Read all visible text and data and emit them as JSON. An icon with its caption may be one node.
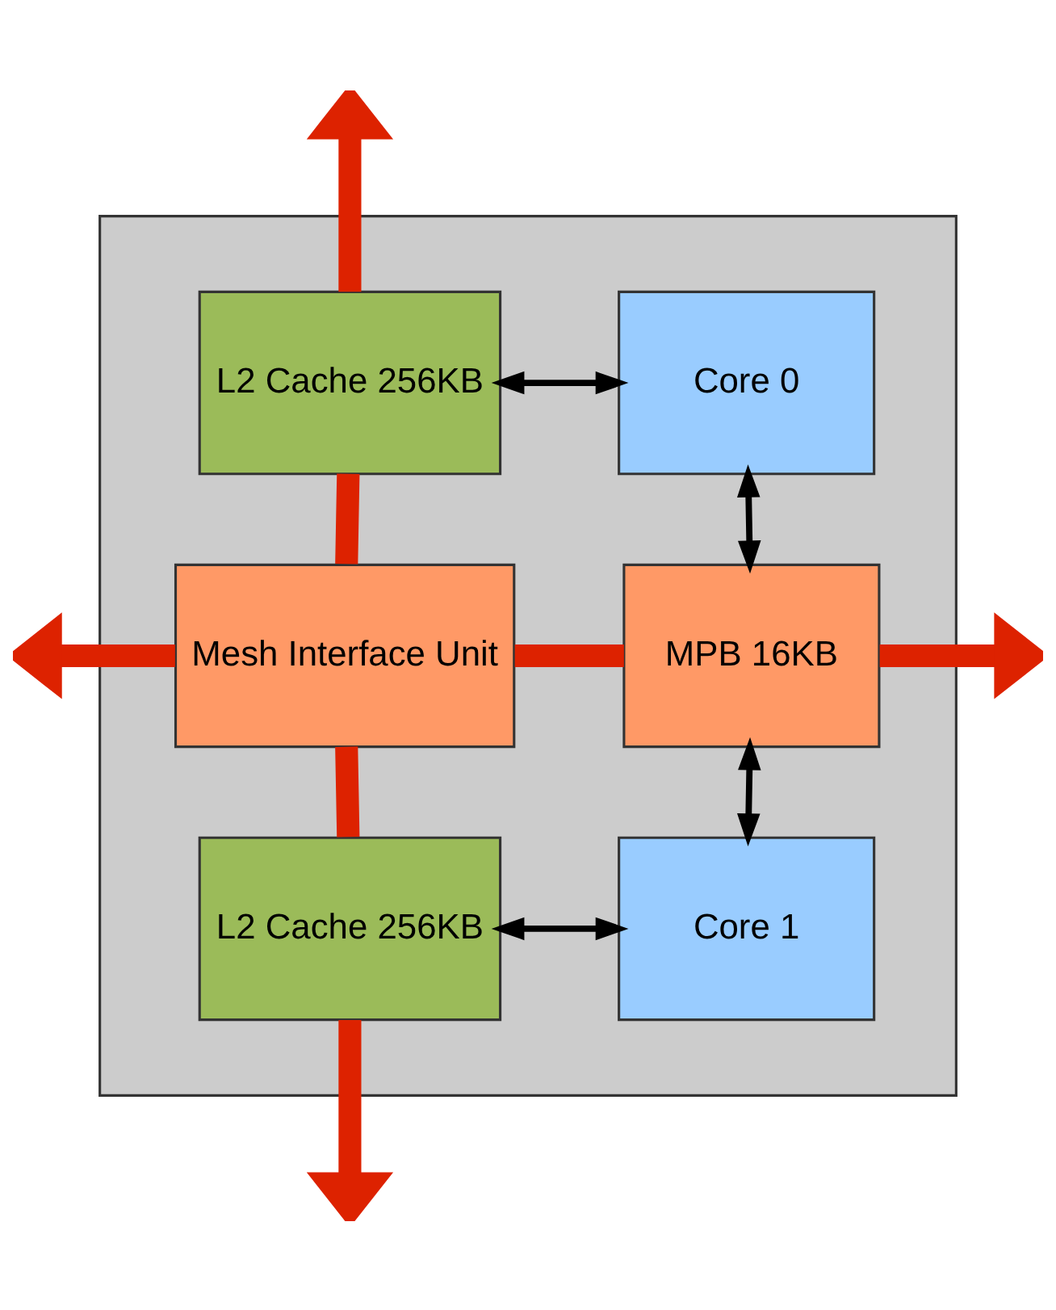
{
  "diagram": {
    "nodes": [
      {
        "text": [],
        "shape": "box"
      },
      {
        "text": [
          "L2 Cache 256KB"
        ],
        "in": 0
      },
      {
        "text": [
          "Core 0"
        ],
        "in": 0
      },
      {
        "text": [
          "Mesh Interface Unit"
        ],
        "in": 0
      },
      {
        "text": [
          "MPB 16KB"
        ],
        "in": 0
      },
      {
        "text": [
          "L2 Cache 256KB"
        ],
        "in": 0
      },
      {
        "text": [
          "Core 1"
        ],
        "in": 0
      }
    ],
    "edges": [
      {
        "from": 1,
        "to": 2,
        "arrow": "both",
        "color": "#000000"
      },
      {
        "from": 2,
        "to": 4,
        "arrow": "both",
        "color": "#000000"
      },
      {
        "from": 4,
        "to": 6,
        "arrow": "both",
        "color": "#000000"
      },
      {
        "from": 5,
        "to": 6,
        "arrow": "both",
        "color": "#000000"
      },
      {
        "from": 1,
        "to": 3,
        "arrow": "none"
      },
      {
        "from": 3,
        "to": 5,
        "arrow": "none"
      },
      {
        "from": 3,
        "to": 4,
        "arrow": "none"
      },
      {
        "from": 1,
        "to": null,
        "arrow": "to"
      },
      {
        "from": 3,
        "to": null,
        "arrow": "to"
      },
      {
        "from": 4,
        "to": null,
        "arrow": "to"
      },
      {
        "from": 5,
        "to": null,
        "arrow": "to"
      }
    ]
  }
}
